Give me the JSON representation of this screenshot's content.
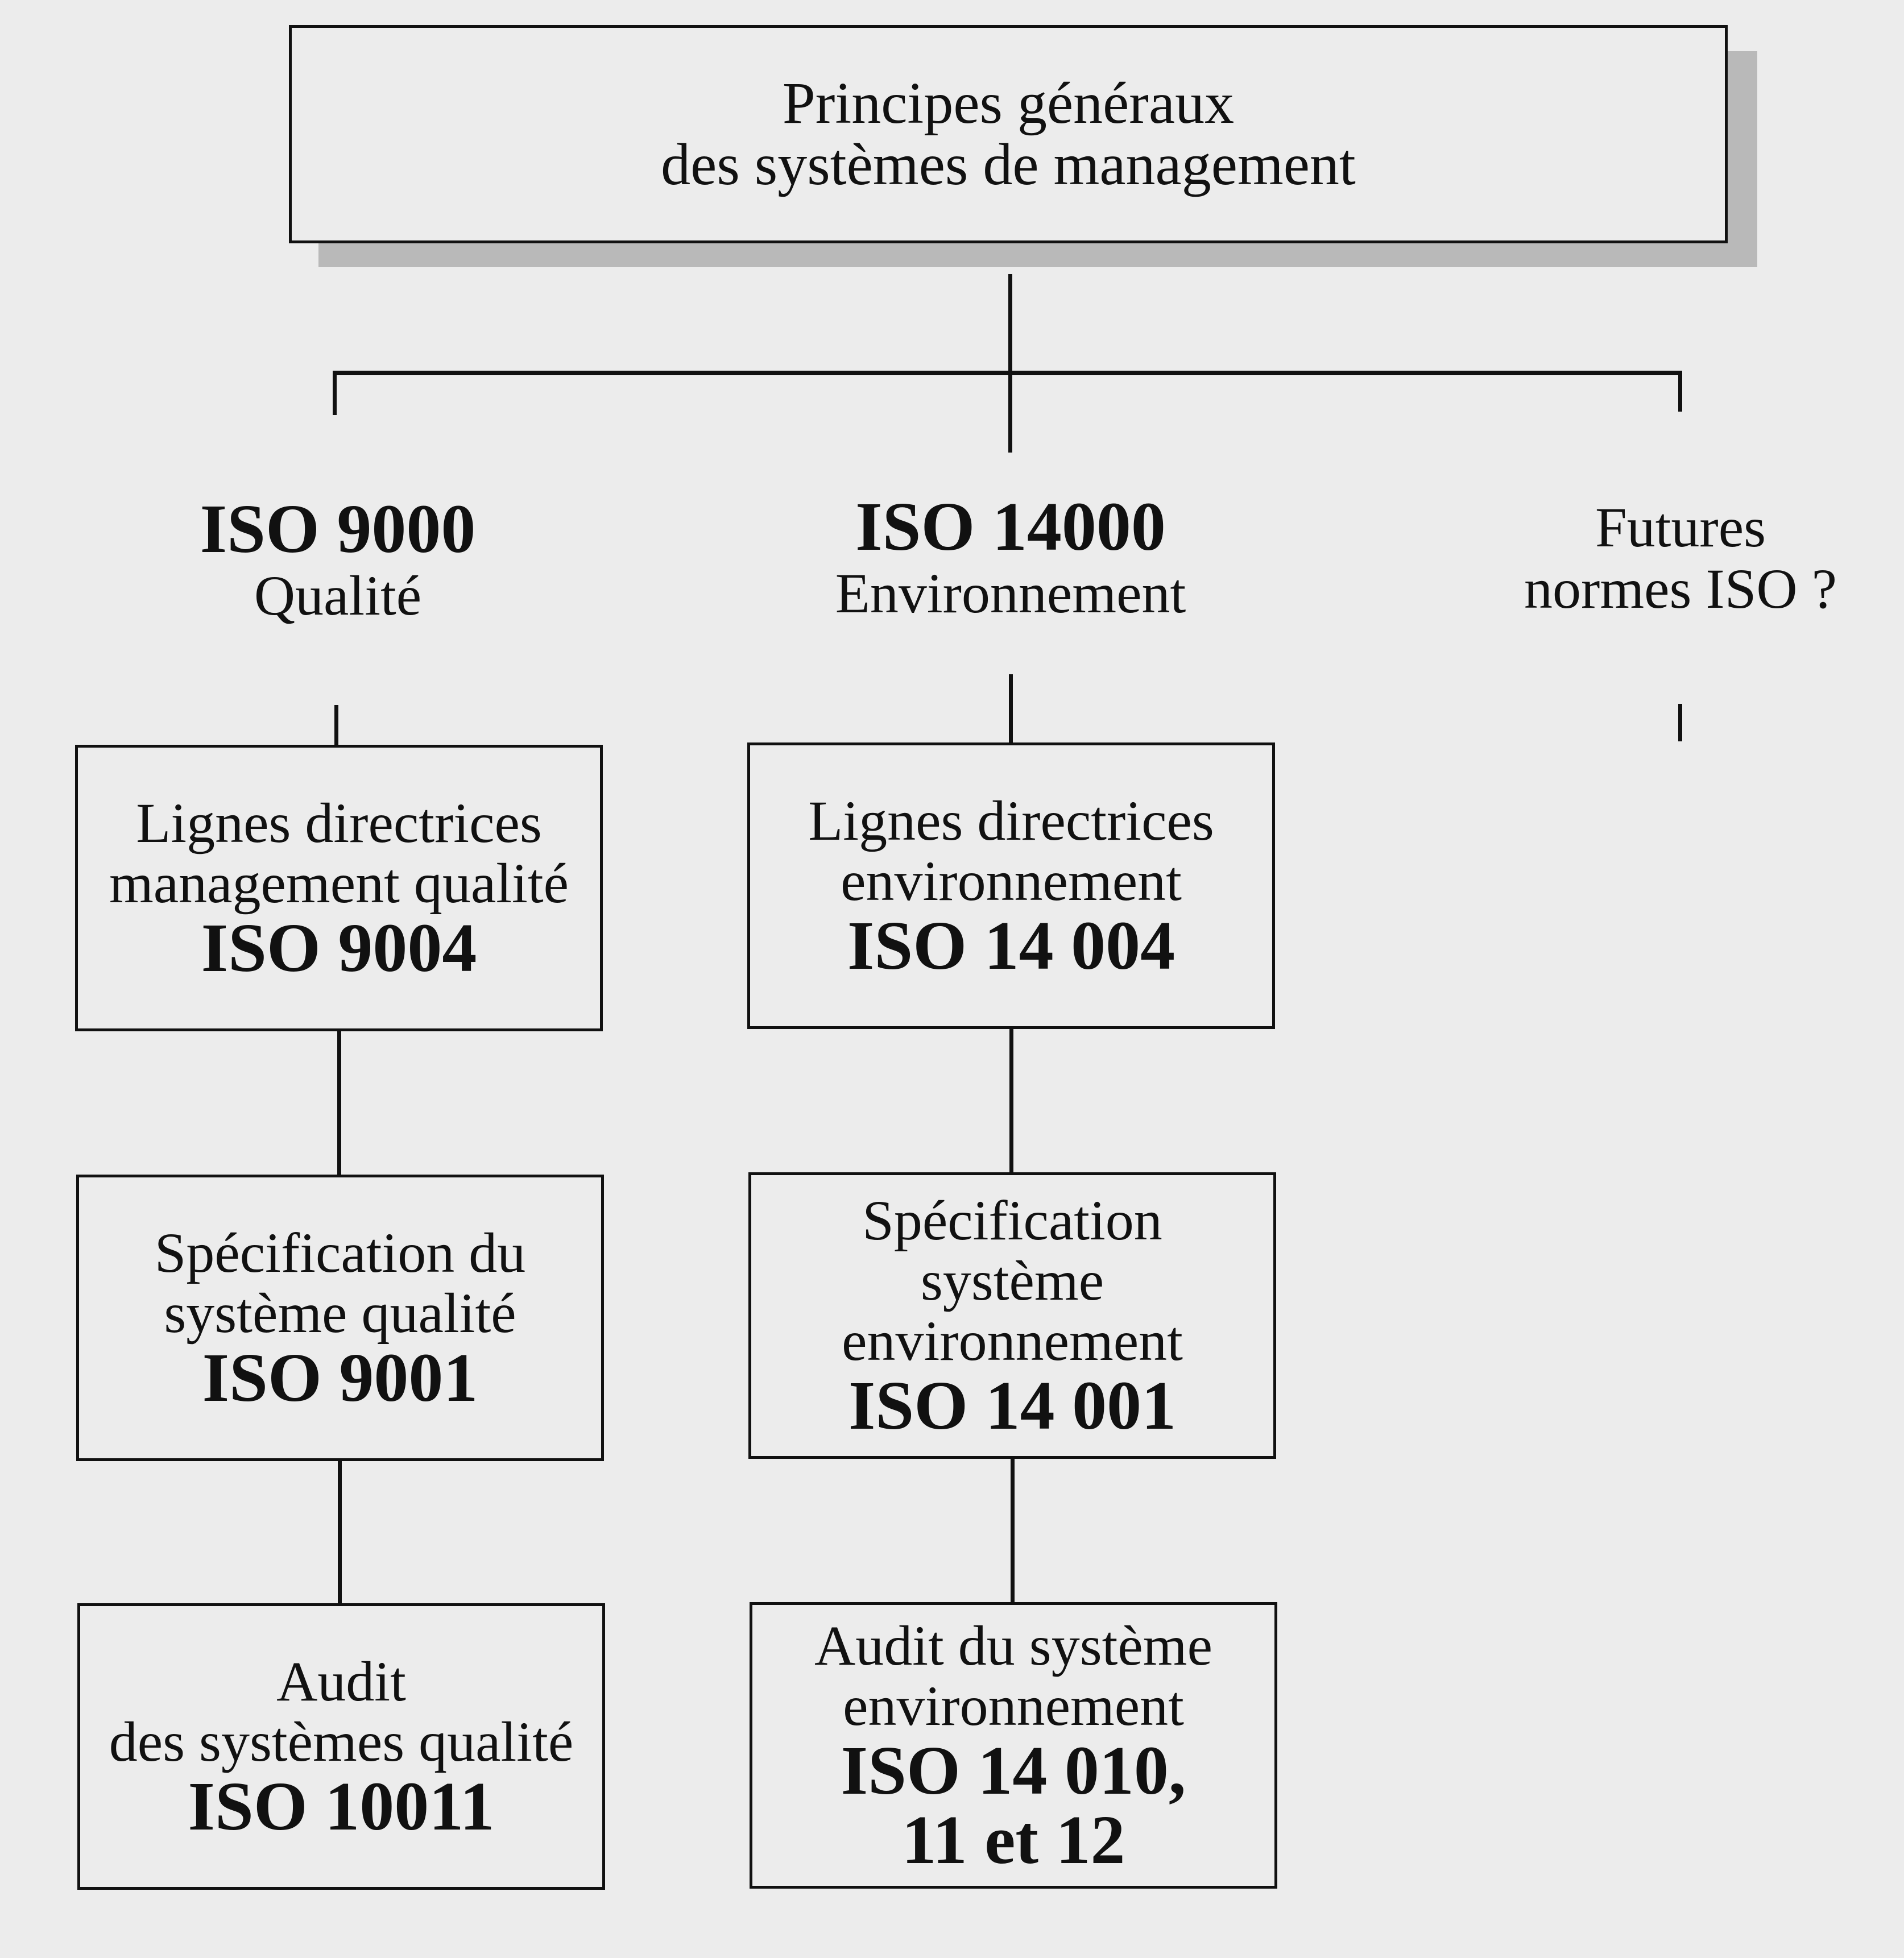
{
  "top": {
    "line1": "Principes généraux",
    "line2": "des systèmes de management"
  },
  "branches": {
    "quality": {
      "code": "ISO 9000",
      "name": "Qualité"
    },
    "environment": {
      "code": "ISO 14000",
      "name": "Environnement"
    },
    "future": {
      "line1": "Futures",
      "line2": "normes ISO ?"
    }
  },
  "quality_boxes": [
    {
      "line1": "Lignes directrices",
      "line2": "management qualité",
      "code": "ISO 9004"
    },
    {
      "line1": "Spécification du",
      "line2": "système qualité",
      "code": "ISO 9001"
    },
    {
      "line1": "Audit",
      "line2": "des systèmes qualité",
      "code": "ISO 10011"
    }
  ],
  "environment_boxes": [
    {
      "line1": "Lignes directrices",
      "line2": "environnement",
      "code": "ISO 14 004"
    },
    {
      "line1": "Spécification",
      "line2": "système",
      "line3": "environnement",
      "code": "ISO 14 001"
    },
    {
      "line1": "Audit du système",
      "line2": "environnement",
      "code": "ISO 14 010,",
      "code2": "11 et 12"
    }
  ]
}
